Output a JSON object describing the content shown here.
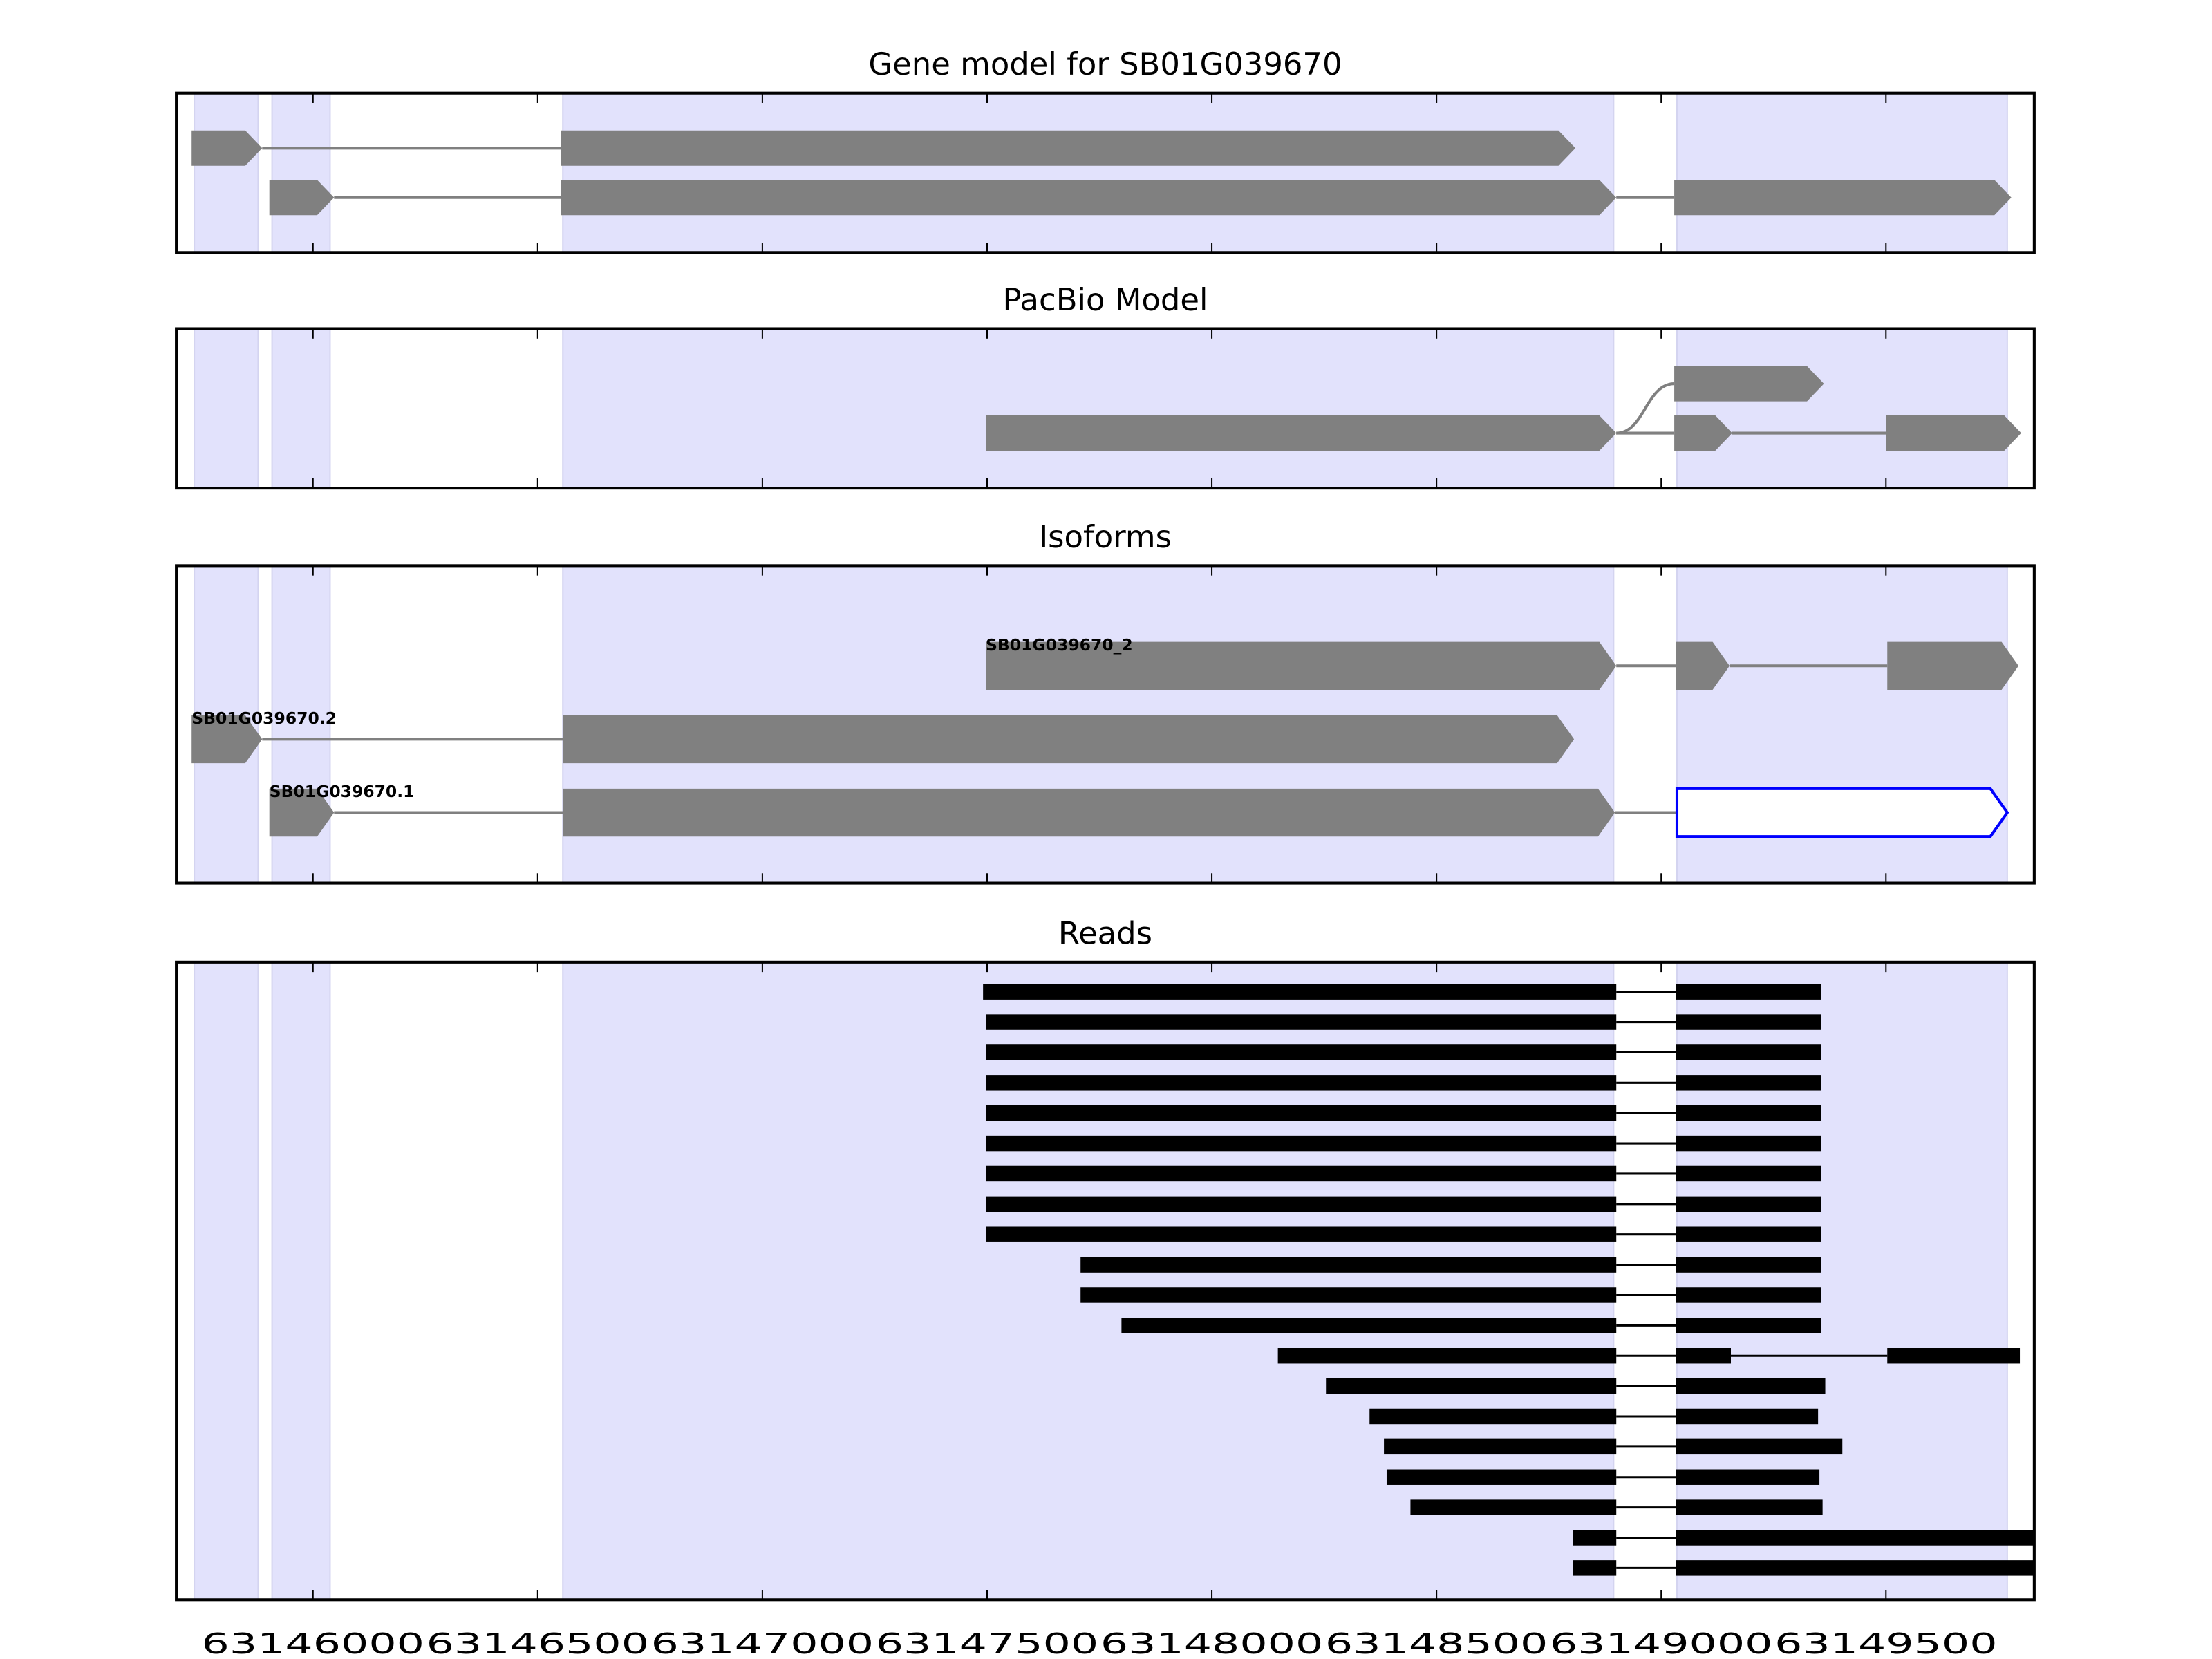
{
  "chart_data": {
    "type": "gene-track",
    "xlim": [
      63145696,
      63149830
    ],
    "xticks": [
      63146000,
      63146500,
      63147000,
      63147500,
      63148000,
      63148500,
      63149000,
      63149500
    ],
    "xtick_labels": [
      "63146000",
      "63146500",
      "63147000",
      "63147500",
      "63148000",
      "63148500",
      "63149000",
      "63149500"
    ],
    "shaded_regions": [
      [
        63145736,
        63145878
      ],
      [
        63145909,
        63146038
      ],
      [
        63146556,
        63148894
      ],
      [
        63149035,
        63149770
      ]
    ],
    "colors": {
      "shade": "#e2e2fc",
      "exon": "#808080",
      "intron": "#808080",
      "read": "#000000",
      "highlight": "#0000ff"
    },
    "panels": [
      {
        "title": "Gene model for SB01G039670",
        "transcripts": [
          {
            "exons": [
              [
                63145730,
                63145887
              ],
              [
                63146552,
                63148809
              ]
            ]
          },
          {
            "exons": [
              [
                63145903,
                63146047
              ],
              [
                63146552,
                63148900
              ],
              [
                63149029,
                63149779
              ]
            ]
          }
        ]
      },
      {
        "title": "PacBio Model",
        "transcripts": [
          {
            "exons": [
              [
                63149029,
                63149362
              ]
            ],
            "branch_from": 63148900,
            "branch_row": 1
          },
          {
            "exons": [
              [
                63147497,
                63148900
              ],
              [
                63149029,
                63149158
              ],
              [
                63149500,
                63149801
              ]
            ]
          }
        ]
      },
      {
        "title": "Isoforms",
        "transcripts": [
          {
            "label": "SB01G039670_2",
            "exons": [
              [
                63147497,
                63148900
              ],
              [
                63149032,
                63149152
              ],
              [
                63149503,
                63149795
              ]
            ]
          },
          {
            "label": "SB01G039670.2",
            "exons": [
              [
                63145730,
                63145887
              ],
              [
                63146556,
                63148806
              ]
            ]
          },
          {
            "label": "SB01G039670.1",
            "exons": [
              [
                63145903,
                63146047
              ],
              [
                63146556,
                63148897
              ],
              [
                63149035,
                63149770,
                "highlight"
              ]
            ]
          }
        ]
      },
      {
        "title": "Reads",
        "reads": [
          [
            [
              63147491,
              63148900
            ],
            [
              63149032,
              63149356
            ]
          ],
          [
            [
              63147497,
              63148900
            ],
            [
              63149032,
              63149356
            ]
          ],
          [
            [
              63147497,
              63148900
            ],
            [
              63149032,
              63149356
            ]
          ],
          [
            [
              63147497,
              63148900
            ],
            [
              63149032,
              63149356
            ]
          ],
          [
            [
              63147497,
              63148900
            ],
            [
              63149032,
              63149356
            ]
          ],
          [
            [
              63147497,
              63148900
            ],
            [
              63149032,
              63149356
            ]
          ],
          [
            [
              63147497,
              63148900
            ],
            [
              63149032,
              63149356
            ]
          ],
          [
            [
              63147497,
              63148900
            ],
            [
              63149032,
              63149356
            ]
          ],
          [
            [
              63147497,
              63148900
            ],
            [
              63149032,
              63149356
            ]
          ],
          [
            [
              63147708,
              63148900
            ],
            [
              63149032,
              63149356
            ]
          ],
          [
            [
              63147708,
              63148900
            ],
            [
              63149032,
              63149356
            ]
          ],
          [
            [
              63147799,
              63148900
            ],
            [
              63149032,
              63149356
            ]
          ],
          [
            [
              63148147,
              63148900
            ],
            [
              63149032,
              63149155
            ],
            [
              63149503,
              63149798
            ]
          ],
          [
            [
              63148254,
              63148900
            ],
            [
              63149032,
              63149365
            ]
          ],
          [
            [
              63148351,
              63148900
            ],
            [
              63149032,
              63149349
            ]
          ],
          [
            [
              63148383,
              63148900
            ],
            [
              63149032,
              63149403
            ]
          ],
          [
            [
              63148389,
              63148900
            ],
            [
              63149032,
              63149352
            ]
          ],
          [
            [
              63148442,
              63148900
            ],
            [
              63149032,
              63149359
            ]
          ],
          [
            [
              63148803,
              63148900
            ],
            [
              63149032,
              63149900
            ]
          ],
          [
            [
              63148803,
              63148900
            ],
            [
              63149032,
              63149900
            ]
          ]
        ]
      }
    ]
  }
}
